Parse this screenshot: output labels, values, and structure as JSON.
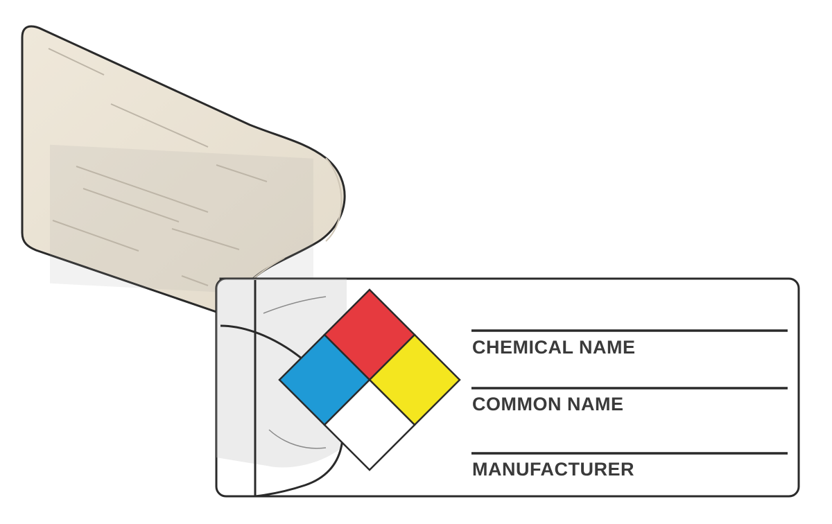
{
  "label": {
    "fields": [
      {
        "name": "chemical-name",
        "text": "CHEMICAL NAME"
      },
      {
        "name": "common-name",
        "text": "COMMON NAME"
      },
      {
        "name": "manufacturer",
        "text": "MANUFACTURER"
      }
    ]
  },
  "hazard_diamond": {
    "top_color": "#e63a3f",
    "left_color": "#1f9ad6",
    "right_color": "#f4e61f",
    "bottom_color": "#ffffff"
  },
  "laminate_color": "#ede6d8"
}
